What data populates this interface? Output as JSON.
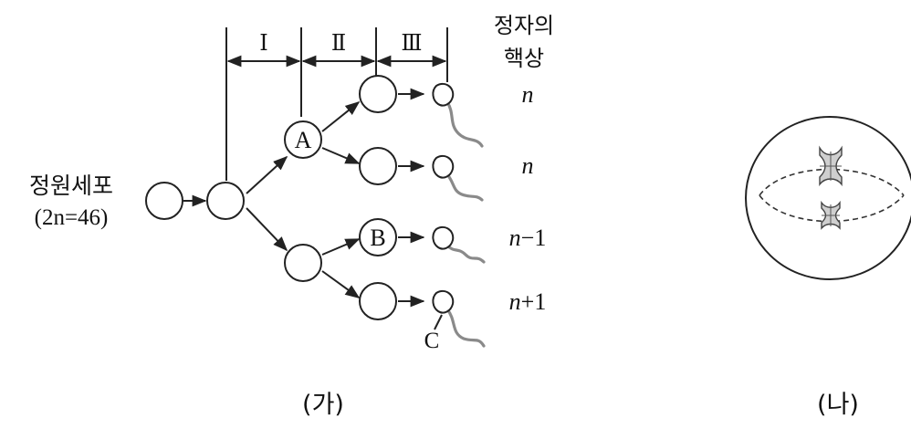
{
  "panel_ga": {
    "caption": "(가)",
    "spermatogonium_label": "정원세포",
    "spermatogonium_chromosomes": "(2n=46)",
    "column_header_line1": "정자의",
    "column_header_line2": "핵상",
    "stages": [
      "Ⅰ",
      "Ⅱ",
      "Ⅲ"
    ],
    "cell_labels": {
      "A": "A",
      "B": "B",
      "C": "C"
    },
    "ploidy": [
      {
        "base": "n",
        "suffix": ""
      },
      {
        "base": "n",
        "suffix": ""
      },
      {
        "base": "n",
        "suffix": "−1"
      },
      {
        "base": "n",
        "suffix": "+1"
      }
    ]
  },
  "panel_na": {
    "caption": "(나)"
  }
}
